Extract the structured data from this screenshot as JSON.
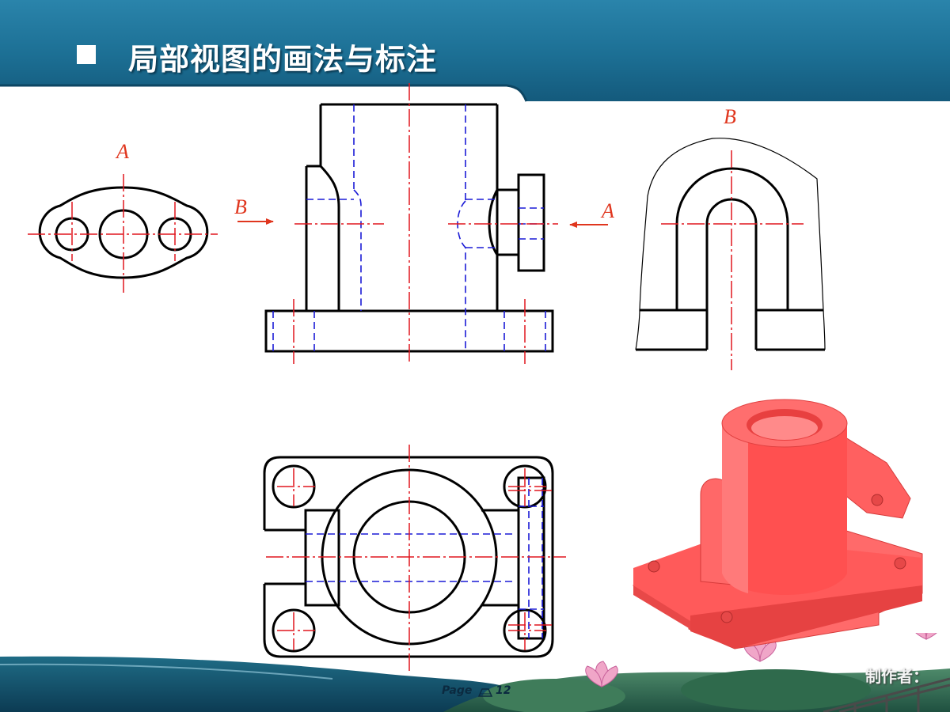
{
  "header": {
    "title": "局部视图的画法与标注",
    "bullet_icon": "square-bullet",
    "bar_color": "#1c6f94"
  },
  "diagram": {
    "colors": {
      "outline": "#000000",
      "hidden_line": "#1a1ad6",
      "center_line": "#e0161e",
      "label": "#e0361e",
      "model": "#ff5a5a"
    },
    "view_labels": {
      "top_left_a": "A",
      "arrow_b": "B",
      "arrow_a": "A",
      "top_right_b": "B"
    },
    "views": [
      {
        "id": "local-view-a",
        "label": "A"
      },
      {
        "id": "front-view"
      },
      {
        "id": "local-view-b",
        "label": "B"
      },
      {
        "id": "top-view"
      },
      {
        "id": "3d-model"
      }
    ]
  },
  "footer": {
    "page_label": "Page",
    "page_icon": "slide-icon",
    "page_number": "12",
    "author_label": "制作者："
  }
}
